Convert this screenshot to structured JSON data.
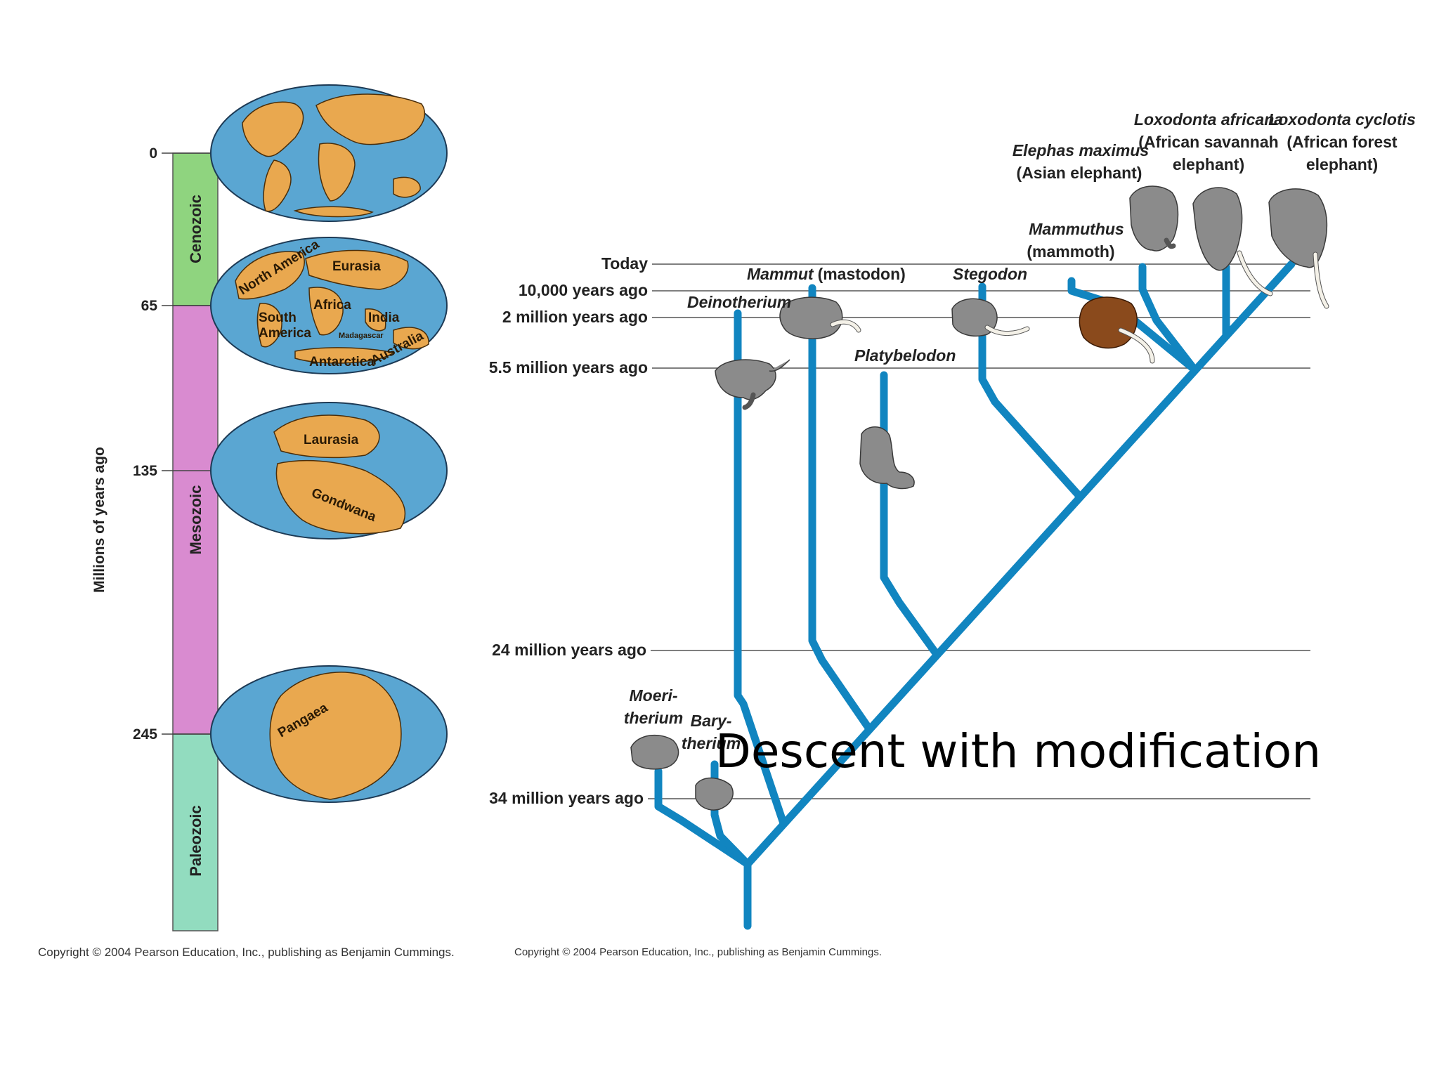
{
  "slide": {
    "title": "Descent with modification"
  },
  "timescale": {
    "axis_title": "Millions of years ago",
    "ticks": [
      "0",
      "65",
      "135",
      "245"
    ],
    "eras": [
      {
        "name": "Cenozoic",
        "color": "#8fd47f"
      },
      {
        "name": "Mesozoic",
        "color": "#d98bd0"
      },
      {
        "name": "Paleozoic",
        "color": "#92dcbf"
      }
    ],
    "copyright": "Copyright © 2004 Pearson Education, Inc., publishing as Benjamin Cummings."
  },
  "globes": {
    "g65": {
      "north_america": "North America",
      "eurasia": "Eurasia",
      "africa": "Africa",
      "south": "South",
      "america": "America",
      "india": "India",
      "madagascar": "Madagascar",
      "antarctica": "Antarctica",
      "australia": "Australia"
    },
    "g135": {
      "laurasia": "Laurasia",
      "gondwana": "Gondwana"
    },
    "g245": {
      "pangaea": "Pangaea"
    }
  },
  "phylogeny": {
    "time_labels": {
      "today": "Today",
      "t10k": "10,000 years ago",
      "t2m": "2 million years ago",
      "t55m": "5.5 million years ago",
      "t24m": "24 million years ago",
      "t34m": "34 million years ago"
    },
    "taxa": {
      "elephas_name": "Elephas maximus",
      "elephas_common": "(Asian elephant)",
      "loxo_af_name": "Loxodonta africana",
      "loxo_af_common1": "(African savannah",
      "loxo_af_common2": "elephant)",
      "loxo_cy_name": "Loxodonta cyclotis",
      "loxo_cy_common1": "(African forest",
      "loxo_cy_common2": "elephant)",
      "mammuthus_name": "Mammuthus",
      "mammuthus_common": "(mammoth)",
      "mammut_name": "Mammut",
      "mammut_common": "(mastodon)",
      "stegodon": "Stegodon",
      "deinotherium": "Deinotherium",
      "platybelodon": "Platybelodon",
      "moeri1": "Moeri-",
      "moeri2": "therium",
      "bary1": "Bary-",
      "bary2": "therium"
    },
    "branch_color": "#1185c0",
    "copyright": "Copyright © 2004 Pearson Education, Inc., publishing as Benjamin Cummings."
  }
}
